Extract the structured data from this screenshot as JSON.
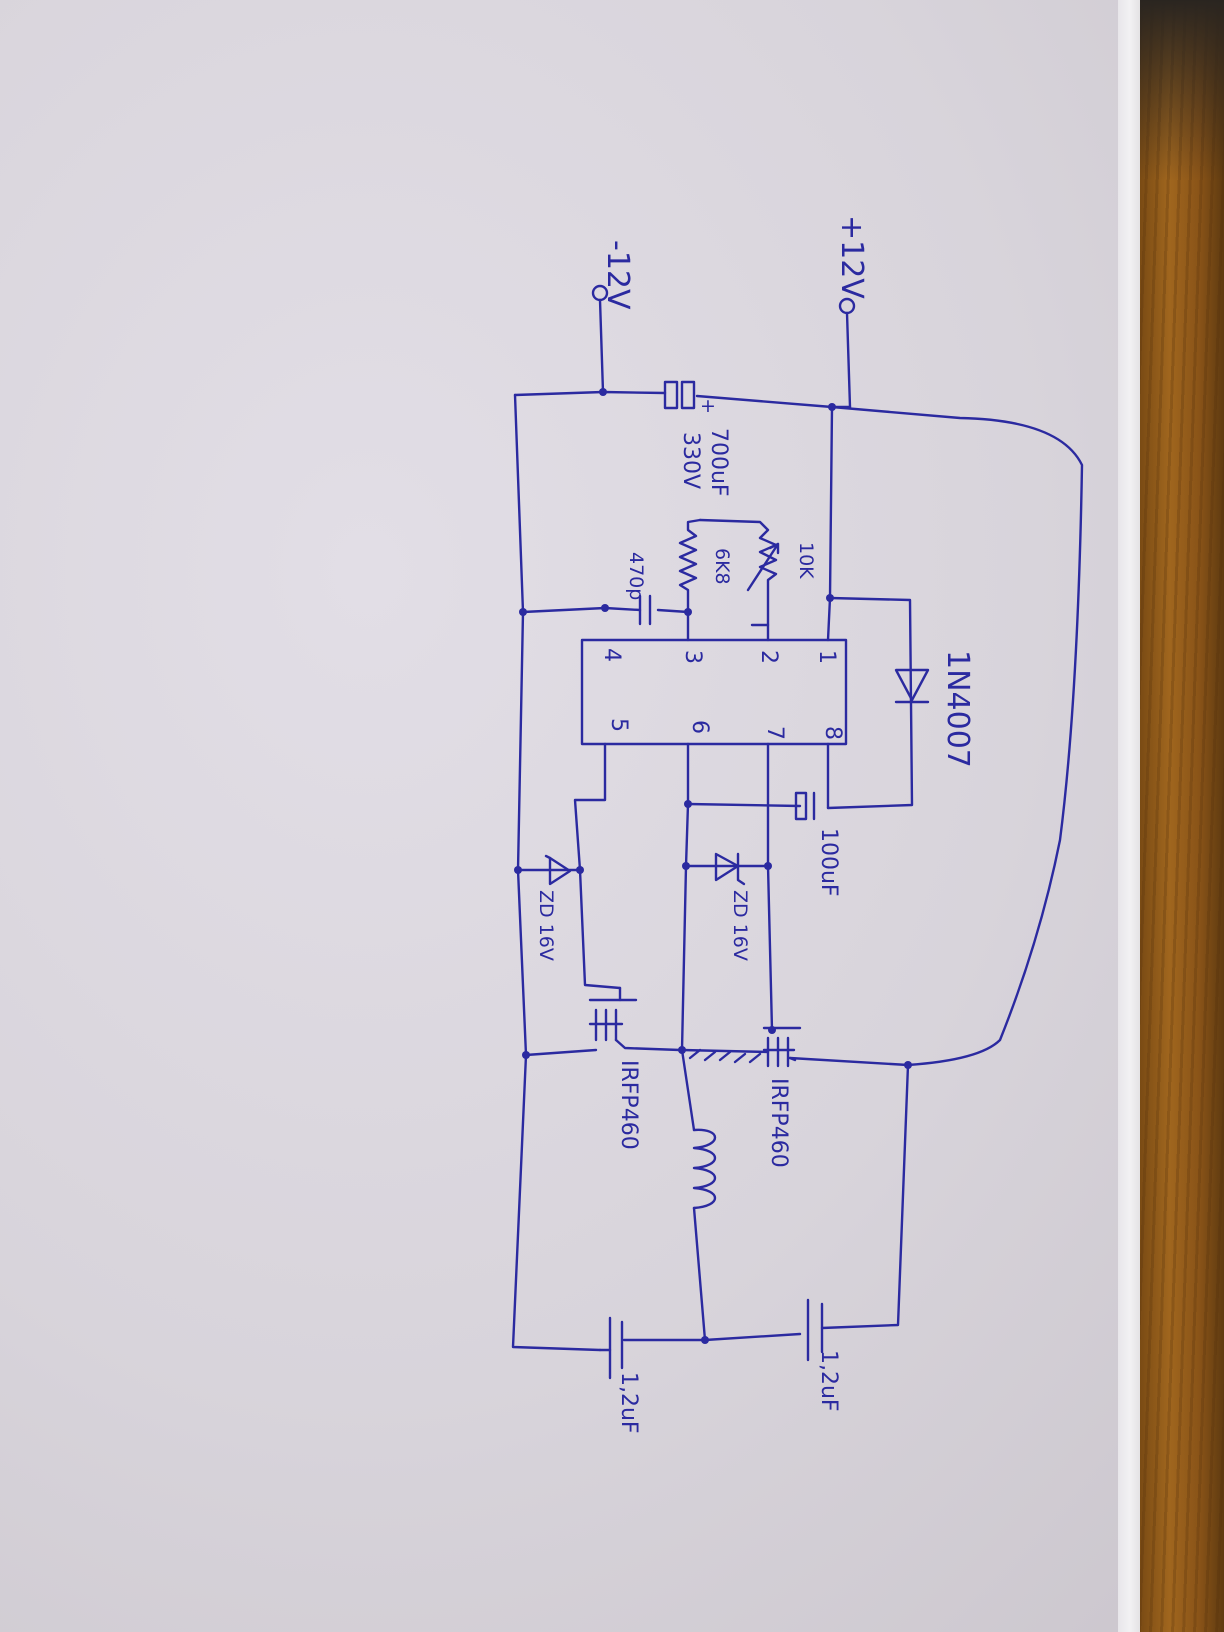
{
  "diagram": {
    "ink_color": "#2b2aa0",
    "terminals": {
      "negative": "-12V",
      "positive": "+12V"
    },
    "components": {
      "cap_main": {
        "value": "700uF",
        "voltage": "330V"
      },
      "resistor_fixed": "6K8",
      "resistor_trim": "10K",
      "cap_timing": "470p",
      "diode": "1N4007",
      "cap_bootstrap": "100uF",
      "zener_low": "ZD 16V",
      "zener_high": "ZD 16V",
      "mosfet_low": "IRFP460",
      "mosfet_high": "IRFP460",
      "cap_out_left": "1,2uF",
      "cap_out_right": "1,2uF"
    },
    "ic_pins": {
      "p1": "1",
      "p2": "2",
      "p3": "3",
      "p4": "4",
      "p5": "5",
      "p6": "6",
      "p7": "7",
      "p8": "8"
    }
  }
}
